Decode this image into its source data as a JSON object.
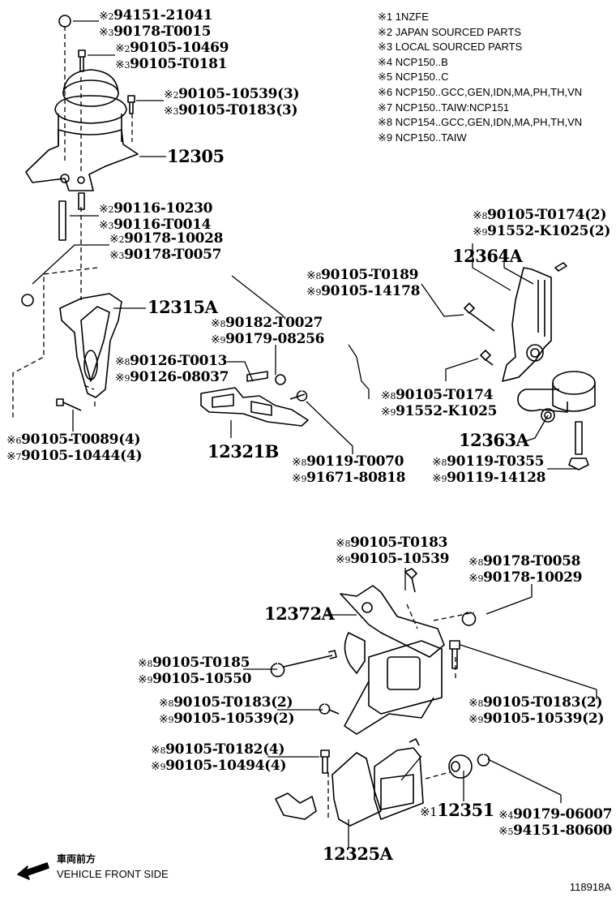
{
  "notes": [
    {
      "mark": "※1",
      "text": "1NZFE"
    },
    {
      "mark": "※2",
      "text": "JAPAN SOURCED PARTS"
    },
    {
      "mark": "※3",
      "text": "LOCAL SOURCED PARTS"
    },
    {
      "mark": "※4",
      "text": "NCP150..B"
    },
    {
      "mark": "※5",
      "text": "NCP150..C"
    },
    {
      "mark": "※6",
      "text": "NCP150..GCC,GEN,IDN,MA,PH,TH,VN"
    },
    {
      "mark": "※7",
      "text": "NCP150..TAIW:NCP151"
    },
    {
      "mark": "※8",
      "text": "NCP154..GCC,GEN,IDN,MA,PH,TH,VN"
    },
    {
      "mark": "※9",
      "text": "NCP150..TAIW"
    }
  ],
  "mark_symbol": "※",
  "callouts": {
    "c01": [
      {
        "m": "2",
        "p": "94151-21041"
      },
      {
        "m": "3",
        "p": "90178-T0015"
      }
    ],
    "c02": [
      {
        "m": "2",
        "p": "90105-10469"
      },
      {
        "m": "3",
        "p": "90105-T0181"
      }
    ],
    "c03": [
      {
        "m": "2",
        "p": "90105-10539(3)"
      },
      {
        "m": "3",
        "p": "90105-T0183(3)"
      }
    ],
    "c04": [
      {
        "m": "2",
        "p": "90116-10230"
      },
      {
        "m": "3",
        "p": "90116-T0014"
      }
    ],
    "c05": [
      {
        "m": "2",
        "p": "90178-10028"
      },
      {
        "m": "3",
        "p": "90178-T0057"
      }
    ],
    "c06": [
      {
        "m": "8",
        "p": "90105-T0174(2)"
      },
      {
        "m": "9",
        "p": "91552-K1025(2)"
      }
    ],
    "c07": [
      {
        "m": "8",
        "p": "90105-T0189"
      },
      {
        "m": "9",
        "p": "90105-14178"
      }
    ],
    "c08": [
      {
        "m": "8",
        "p": "90182-T0027"
      },
      {
        "m": "9",
        "p": "90179-08256"
      }
    ],
    "c09": [
      {
        "m": "8",
        "p": "90126-T0013"
      },
      {
        "m": "9",
        "p": "90126-08037"
      }
    ],
    "c10": [
      {
        "m": "8",
        "p": "90105-T0174"
      },
      {
        "m": "9",
        "p": "91552-K1025"
      }
    ],
    "c11": [
      {
        "m": "6",
        "p": "90105-T0089(4)"
      },
      {
        "m": "7",
        "p": "90105-10444(4)"
      }
    ],
    "c12": [
      {
        "m": "8",
        "p": "90119-T0070"
      },
      {
        "m": "9",
        "p": "91671-80818"
      }
    ],
    "c13": [
      {
        "m": "8",
        "p": "90119-T0355"
      },
      {
        "m": "9",
        "p": "90119-14128"
      }
    ],
    "c14": [
      {
        "m": "8",
        "p": "90105-T0183"
      },
      {
        "m": "9",
        "p": "90105-10539"
      }
    ],
    "c15": [
      {
        "m": "8",
        "p": "90178-T0058"
      },
      {
        "m": "9",
        "p": "90178-10029"
      }
    ],
    "c16": [
      {
        "m": "8",
        "p": "90105-T0185"
      },
      {
        "m": "9",
        "p": "90105-10550"
      }
    ],
    "c17": [
      {
        "m": "8",
        "p": "90105-T0183(2)"
      },
      {
        "m": "9",
        "p": "90105-10539(2)"
      }
    ],
    "c18": [
      {
        "m": "8",
        "p": "90105-T0183(2)"
      },
      {
        "m": "9",
        "p": "90105-10539(2)"
      }
    ],
    "c19": [
      {
        "m": "8",
        "p": "90105-T0182(4)"
      },
      {
        "m": "9",
        "p": "90105-10494(4)"
      }
    ],
    "c20": [
      {
        "m": "4",
        "p": "90179-06007"
      },
      {
        "m": "5",
        "p": "94151-80600"
      }
    ]
  },
  "parts": {
    "p12305": "12305",
    "p12315A": "12315A",
    "p12364A": "12364A",
    "p12321B": "12321B",
    "p12363A": "12363A",
    "p12372A": "12372A",
    "p12351_mark": "※1",
    "p12351": "12351",
    "p12325A": "12325A"
  },
  "footer": {
    "direction_jp": "車両前方",
    "direction_en": "VEHICLE FRONT SIDE",
    "direction_icon": "arrow-left-icon",
    "illustration_code": "118918A"
  }
}
